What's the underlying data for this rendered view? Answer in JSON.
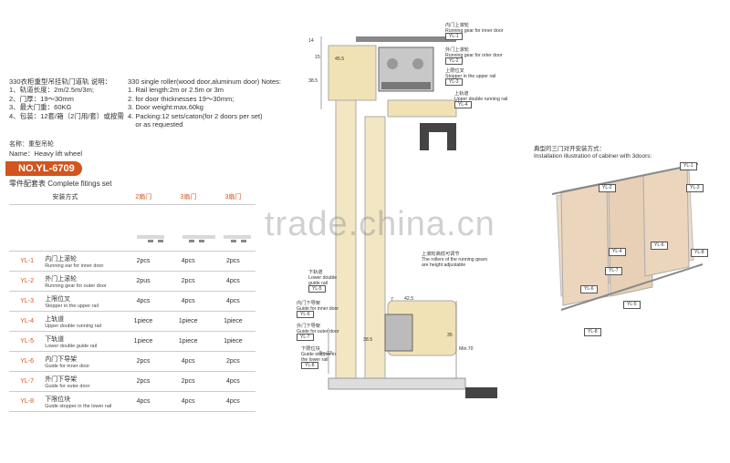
{
  "notes_cn": "330衣柜重型吊挂轨门道轨 说明：\n1、轨道长度：2m/2.5m/3m;\n2、门厚：19～30mm\n3、最大门重：60KG\n4、包装：12套/箱（2门用/套）或按需",
  "notes_en": "330 single roller(wood door,aluminum door) Notes:\n1. Rail length:2m or 2.5m or 3m\n2. for door thicknesses 19～30mm;\n3. Door weight:max.60kg\n4. Packing:12 sets/caton(for 2 doors per set)\n    or as requested",
  "name_cn": "名称：重型吊轮",
  "name_en": "Name：Heavy lift wheel",
  "sku": "NO.YL-6709",
  "fittings_title": "零件配套表 Complete fitings set",
  "table_header": {
    "install": "安装方式",
    "col1": "2扇门",
    "col2": "3扇门",
    "col3": "3扇门"
  },
  "rows": [
    {
      "code": "YL-1",
      "cn": "内门上滚轮",
      "en": "Running ear for inner door",
      "v1": "2pcs",
      "v2": "4pcs",
      "v3": "2pcs"
    },
    {
      "code": "YL-2",
      "cn": "外门上滚轮",
      "en": "Running gear for outer door",
      "v1": "2pus",
      "v2": "2pcs",
      "v3": "4pcs"
    },
    {
      "code": "YL-3",
      "cn": "上限位叉",
      "en": "Stopper in the upper rail",
      "v1": "4pcs",
      "v2": "4pcs",
      "v3": "4pcs"
    },
    {
      "code": "YL-4",
      "cn": "上轨道",
      "en": "Upper double running rail",
      "v1": "1piece",
      "v2": "1piece",
      "v3": "1piece"
    },
    {
      "code": "YL-5",
      "cn": "下轨道",
      "en": "Lower double guide rail",
      "v1": "1piece",
      "v2": "1piece",
      "v3": "1piece"
    },
    {
      "code": "YL-6",
      "cn": "内门下导架",
      "en": "Guide for inner door",
      "v1": "2pcs",
      "v2": "4pcs",
      "v3": "2pcs"
    },
    {
      "code": "YL-7",
      "cn": "外门下导架",
      "en": "Guide for outer door",
      "v1": "2pcs",
      "v2": "2pcs",
      "v3": "4pcs"
    },
    {
      "code": "YL-8",
      "cn": "下限位块",
      "en": "Guide stopper in the lower rail",
      "v1": "4pcs",
      "v2": "4pcs",
      "v3": "4pcs"
    }
  ],
  "callouts": {
    "yl1": {
      "cn": "内门上滚轮",
      "en": "Running gear for inner door",
      "tag": "YL-1"
    },
    "yl2": {
      "cn": "外门上滚轮",
      "en": "Running gear for orter door",
      "tag": "YL-2"
    },
    "yl3": {
      "cn": "上限位叉",
      "en": "Stopper in the upper rail",
      "tag": "YL-3"
    },
    "yl4": {
      "cn": "上轨道",
      "en": "Upper double running rail",
      "tag": "YL-4"
    },
    "yl5": {
      "cn": "下轨道",
      "en": "Lower double\nguide rail",
      "tag": "YL-5"
    },
    "yl6": {
      "cn": "内门下导架",
      "en": "Guide for inner door",
      "tag": "YL-6"
    },
    "yl7": {
      "cn": "外门下导架",
      "en": "Guide for outer door",
      "tag": "YL-7"
    },
    "yl8": {
      "cn": "下限位块",
      "en": "Guide stopper in\nthe lower rail",
      "tag": "YL-8"
    },
    "adjust": {
      "cn": "上滚轮高低可调节",
      "en": "The rollers of the running gears\nare height adjustable"
    }
  },
  "dims": {
    "d14": "14",
    "d15": "15",
    "d385": "38.5",
    "d455": "45.5",
    "d425": "42.5",
    "d7": "7",
    "d385b": "38.5",
    "d8": "8～13",
    "dmin": "Min.70",
    "d35": "35"
  },
  "install": {
    "cn": "典型的三门对开安装方式：",
    "en": "Installation illustration of cabiner with 3doors:"
  },
  "watermark": "trade.china.cn",
  "colors": {
    "accent": "#d2541e",
    "panel": "#f1dcc3",
    "rail": "#b9b9b9"
  }
}
